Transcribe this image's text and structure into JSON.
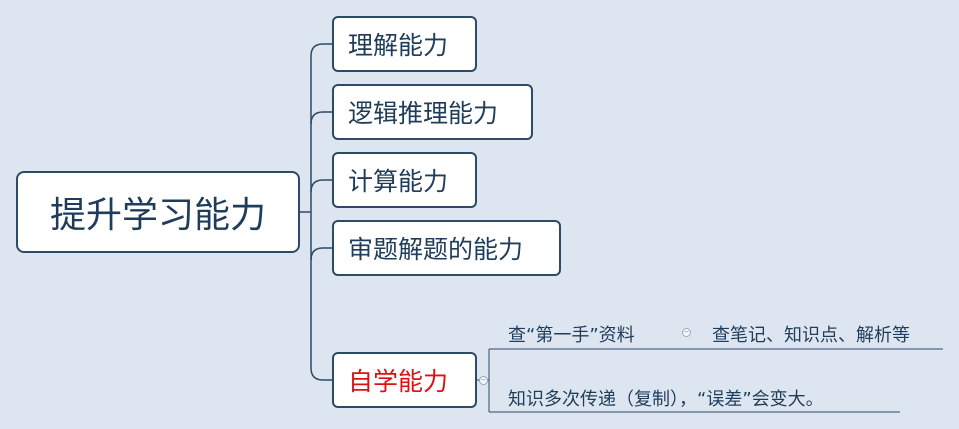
{
  "root": {
    "label": "提升学习能力"
  },
  "branches": [
    {
      "label": "理解能力"
    },
    {
      "label": "逻辑推理能力"
    },
    {
      "label": "计算能力"
    },
    {
      "label": "审题解题的能力"
    },
    {
      "label": "自学能力"
    }
  ],
  "self_study": {
    "leaf_1": "查“第一手”资料",
    "leaf_1_child": "查笔记、知识点、解析等",
    "leaf_2": "知识多次传递（复制），“误差”会变大。",
    "collapse_symbol": "−"
  },
  "colors": {
    "background": "#dde6f0",
    "node_border": "#2d4a66",
    "text": "#1f3c5a",
    "highlight": "#e01010"
  }
}
